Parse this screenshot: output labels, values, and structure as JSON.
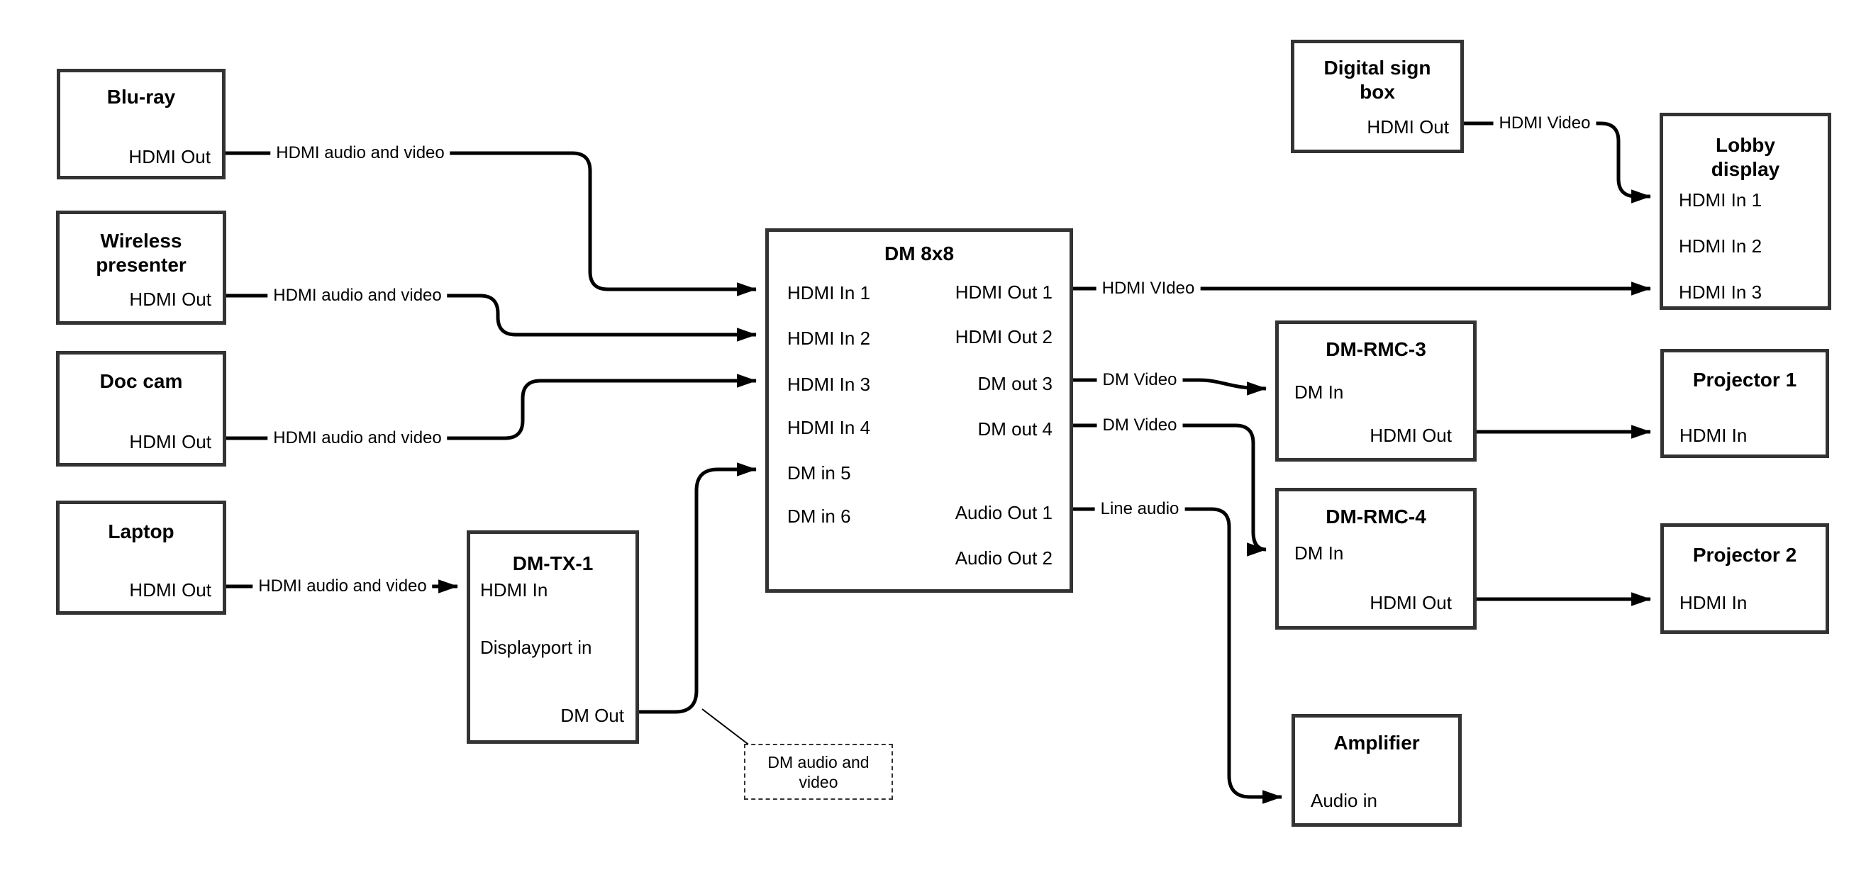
{
  "nodes": {
    "bluray": {
      "title": "Blu-ray",
      "ports": {
        "hdmi_out": "HDMI Out"
      }
    },
    "wireless": {
      "title_line1": "Wireless",
      "title_line2": "presenter",
      "ports": {
        "hdmi_out": "HDMI Out"
      }
    },
    "doccam": {
      "title": "Doc cam",
      "ports": {
        "hdmi_out": "HDMI Out"
      }
    },
    "laptop": {
      "title": "Laptop",
      "ports": {
        "hdmi_out": "HDMI Out"
      }
    },
    "dmtx1": {
      "title": "DM-TX-1",
      "ports": {
        "hdmi_in": "HDMI In",
        "displayport_in": "Displayport in",
        "dm_out": "DM Out"
      }
    },
    "dm8x8": {
      "title": "DM 8x8",
      "ports": {
        "hdmi_in_1": "HDMI In 1",
        "hdmi_in_2": "HDMI In 2",
        "hdmi_in_3": "HDMI In 3",
        "hdmi_in_4": "HDMI In 4",
        "dm_in_5": "DM in 5",
        "dm_in_6": "DM in 6",
        "hdmi_out_1": "HDMI Out 1",
        "hdmi_out_2": "HDMI Out 2",
        "dm_out_3": "DM out 3",
        "dm_out_4": "DM out 4",
        "audio_out_1": "Audio Out 1",
        "audio_out_2": "Audio Out 2"
      }
    },
    "signbox": {
      "title_line1": "Digital sign",
      "title_line2": "box",
      "ports": {
        "hdmi_out": "HDMI Out"
      }
    },
    "lobby": {
      "title_line1": "Lobby",
      "title_line2": "display",
      "ports": {
        "hdmi_in_1": "HDMI In 1",
        "hdmi_in_2": "HDMI In 2",
        "hdmi_in_3": "HDMI In 3"
      }
    },
    "rmc3": {
      "title": "DM-RMC-3",
      "ports": {
        "dm_in": "DM In",
        "hdmi_out": "HDMI Out"
      }
    },
    "proj1": {
      "title": "Projector 1",
      "ports": {
        "hdmi_in": "HDMI In"
      }
    },
    "rmc4": {
      "title": "DM-RMC-4",
      "ports": {
        "dm_in": "DM In",
        "hdmi_out": "HDMI Out"
      }
    },
    "proj2": {
      "title": "Projector 2",
      "ports": {
        "hdmi_in": "HDMI In"
      }
    },
    "amp": {
      "title": "Amplifier",
      "ports": {
        "audio_in": "Audio in"
      }
    }
  },
  "edges": {
    "bluray_dm8x8": "HDMI audio and video",
    "wireless_dm8x8": "HDMI audio and video",
    "doccam_dm8x8": "HDMI audio and video",
    "laptop_dmtx1": "HDMI audio and video",
    "dm8x8_lobby": "HDMI VIdeo",
    "signbox_lobby": "HDMI Video",
    "dm8x8_rmc3": "DM Video",
    "dm8x8_rmc4": "DM Video",
    "dm8x8_amp": "Line audio",
    "callout_line1": "DM audio and",
    "callout_line2": "video"
  },
  "colors": {
    "wire": "#000000",
    "box_border": "#333333",
    "background": "#ffffff",
    "text": "#000000"
  }
}
